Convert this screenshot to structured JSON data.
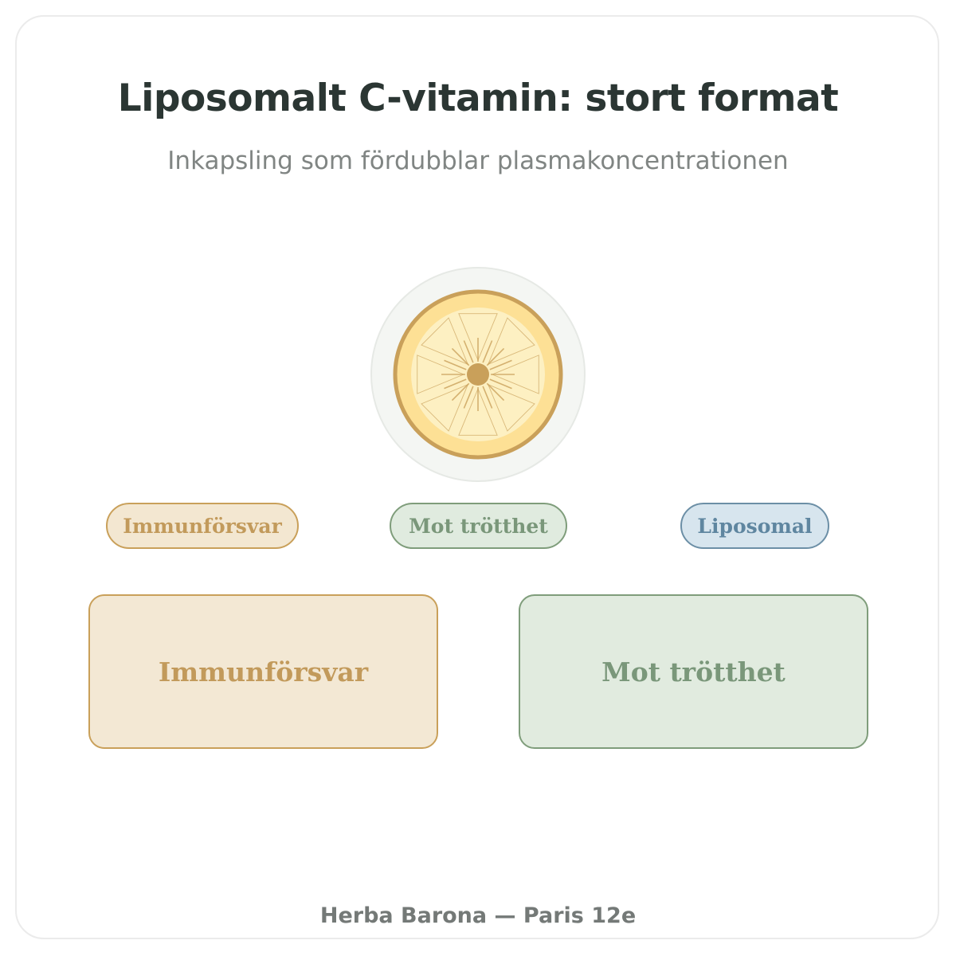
{
  "header": {
    "title": "Liposomalt C-vitamin: stort format",
    "subtitle": "Inkapsling som fördubblar plasmakoncentrationen"
  },
  "emblem": {
    "icon": "lemon-slice-icon",
    "colors": {
      "halo": "#f4f6f3",
      "rind": "#c9a05a",
      "peel": "#fde095",
      "pulp": "#fdf0c2",
      "core": "#c9a05a"
    }
  },
  "tags": [
    {
      "label": "Immunförsvar",
      "color": "#c9a05a"
    },
    {
      "label": "Mot trötthet",
      "color": "#7f9d7b"
    },
    {
      "label": "Liposomal",
      "color": "#6c8fa6"
    }
  ],
  "panels": [
    {
      "label": "Immunförsvar",
      "color": "#c9a05a"
    },
    {
      "label": "Mot trötthet",
      "color": "#7f9d7b"
    }
  ],
  "footer": {
    "text": "Herba Barona — Paris 12e"
  }
}
